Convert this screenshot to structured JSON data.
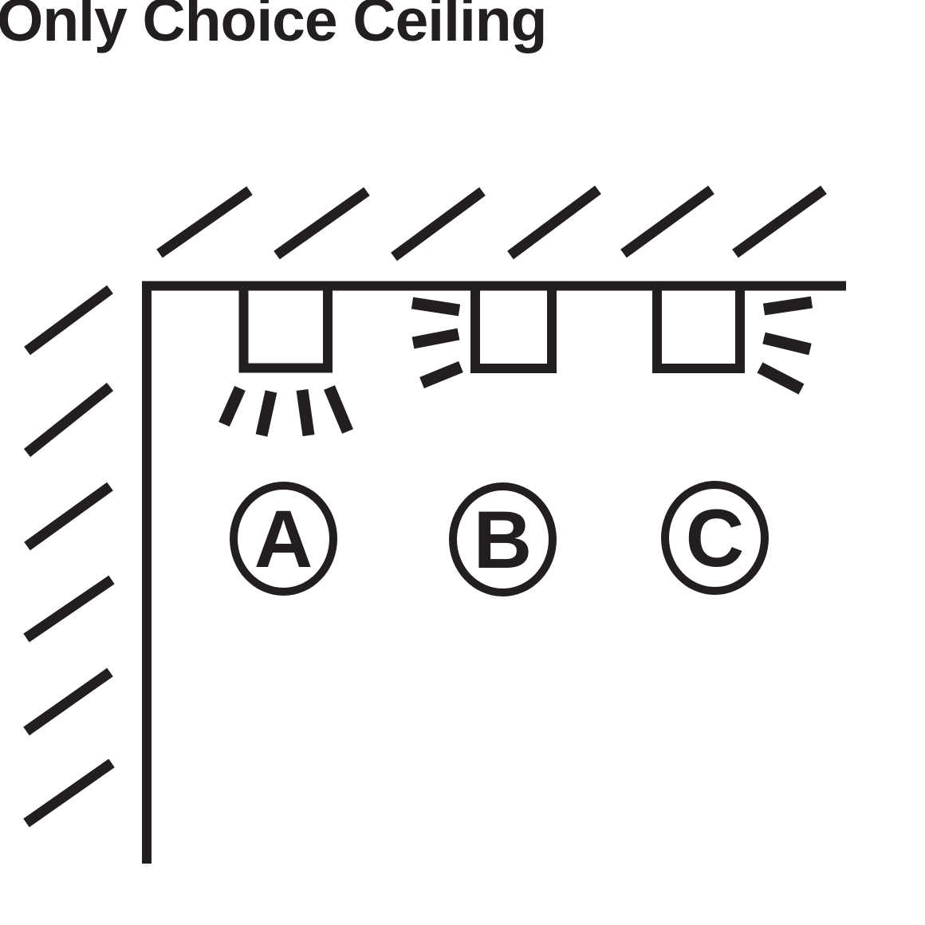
{
  "title": "Only Choice Ceiling",
  "colors": {
    "ink": "#231f20",
    "background": "#ffffff"
  },
  "diagram": {
    "surfaces": [
      {
        "name": "ceiling",
        "hatched": true,
        "hatch_count": 6
      },
      {
        "name": "wall",
        "hatched": true,
        "hatch_count": 6
      }
    ],
    "fixtures": [
      {
        "label": "A",
        "type": "recessed-ceiling-light",
        "light_direction": "down",
        "ray_count": 4
      },
      {
        "label": "B",
        "type": "recessed-ceiling-light",
        "light_direction": "left",
        "ray_count": 3
      },
      {
        "label": "C",
        "type": "recessed-ceiling-light",
        "light_direction": "right",
        "ray_count": 3
      }
    ]
  }
}
